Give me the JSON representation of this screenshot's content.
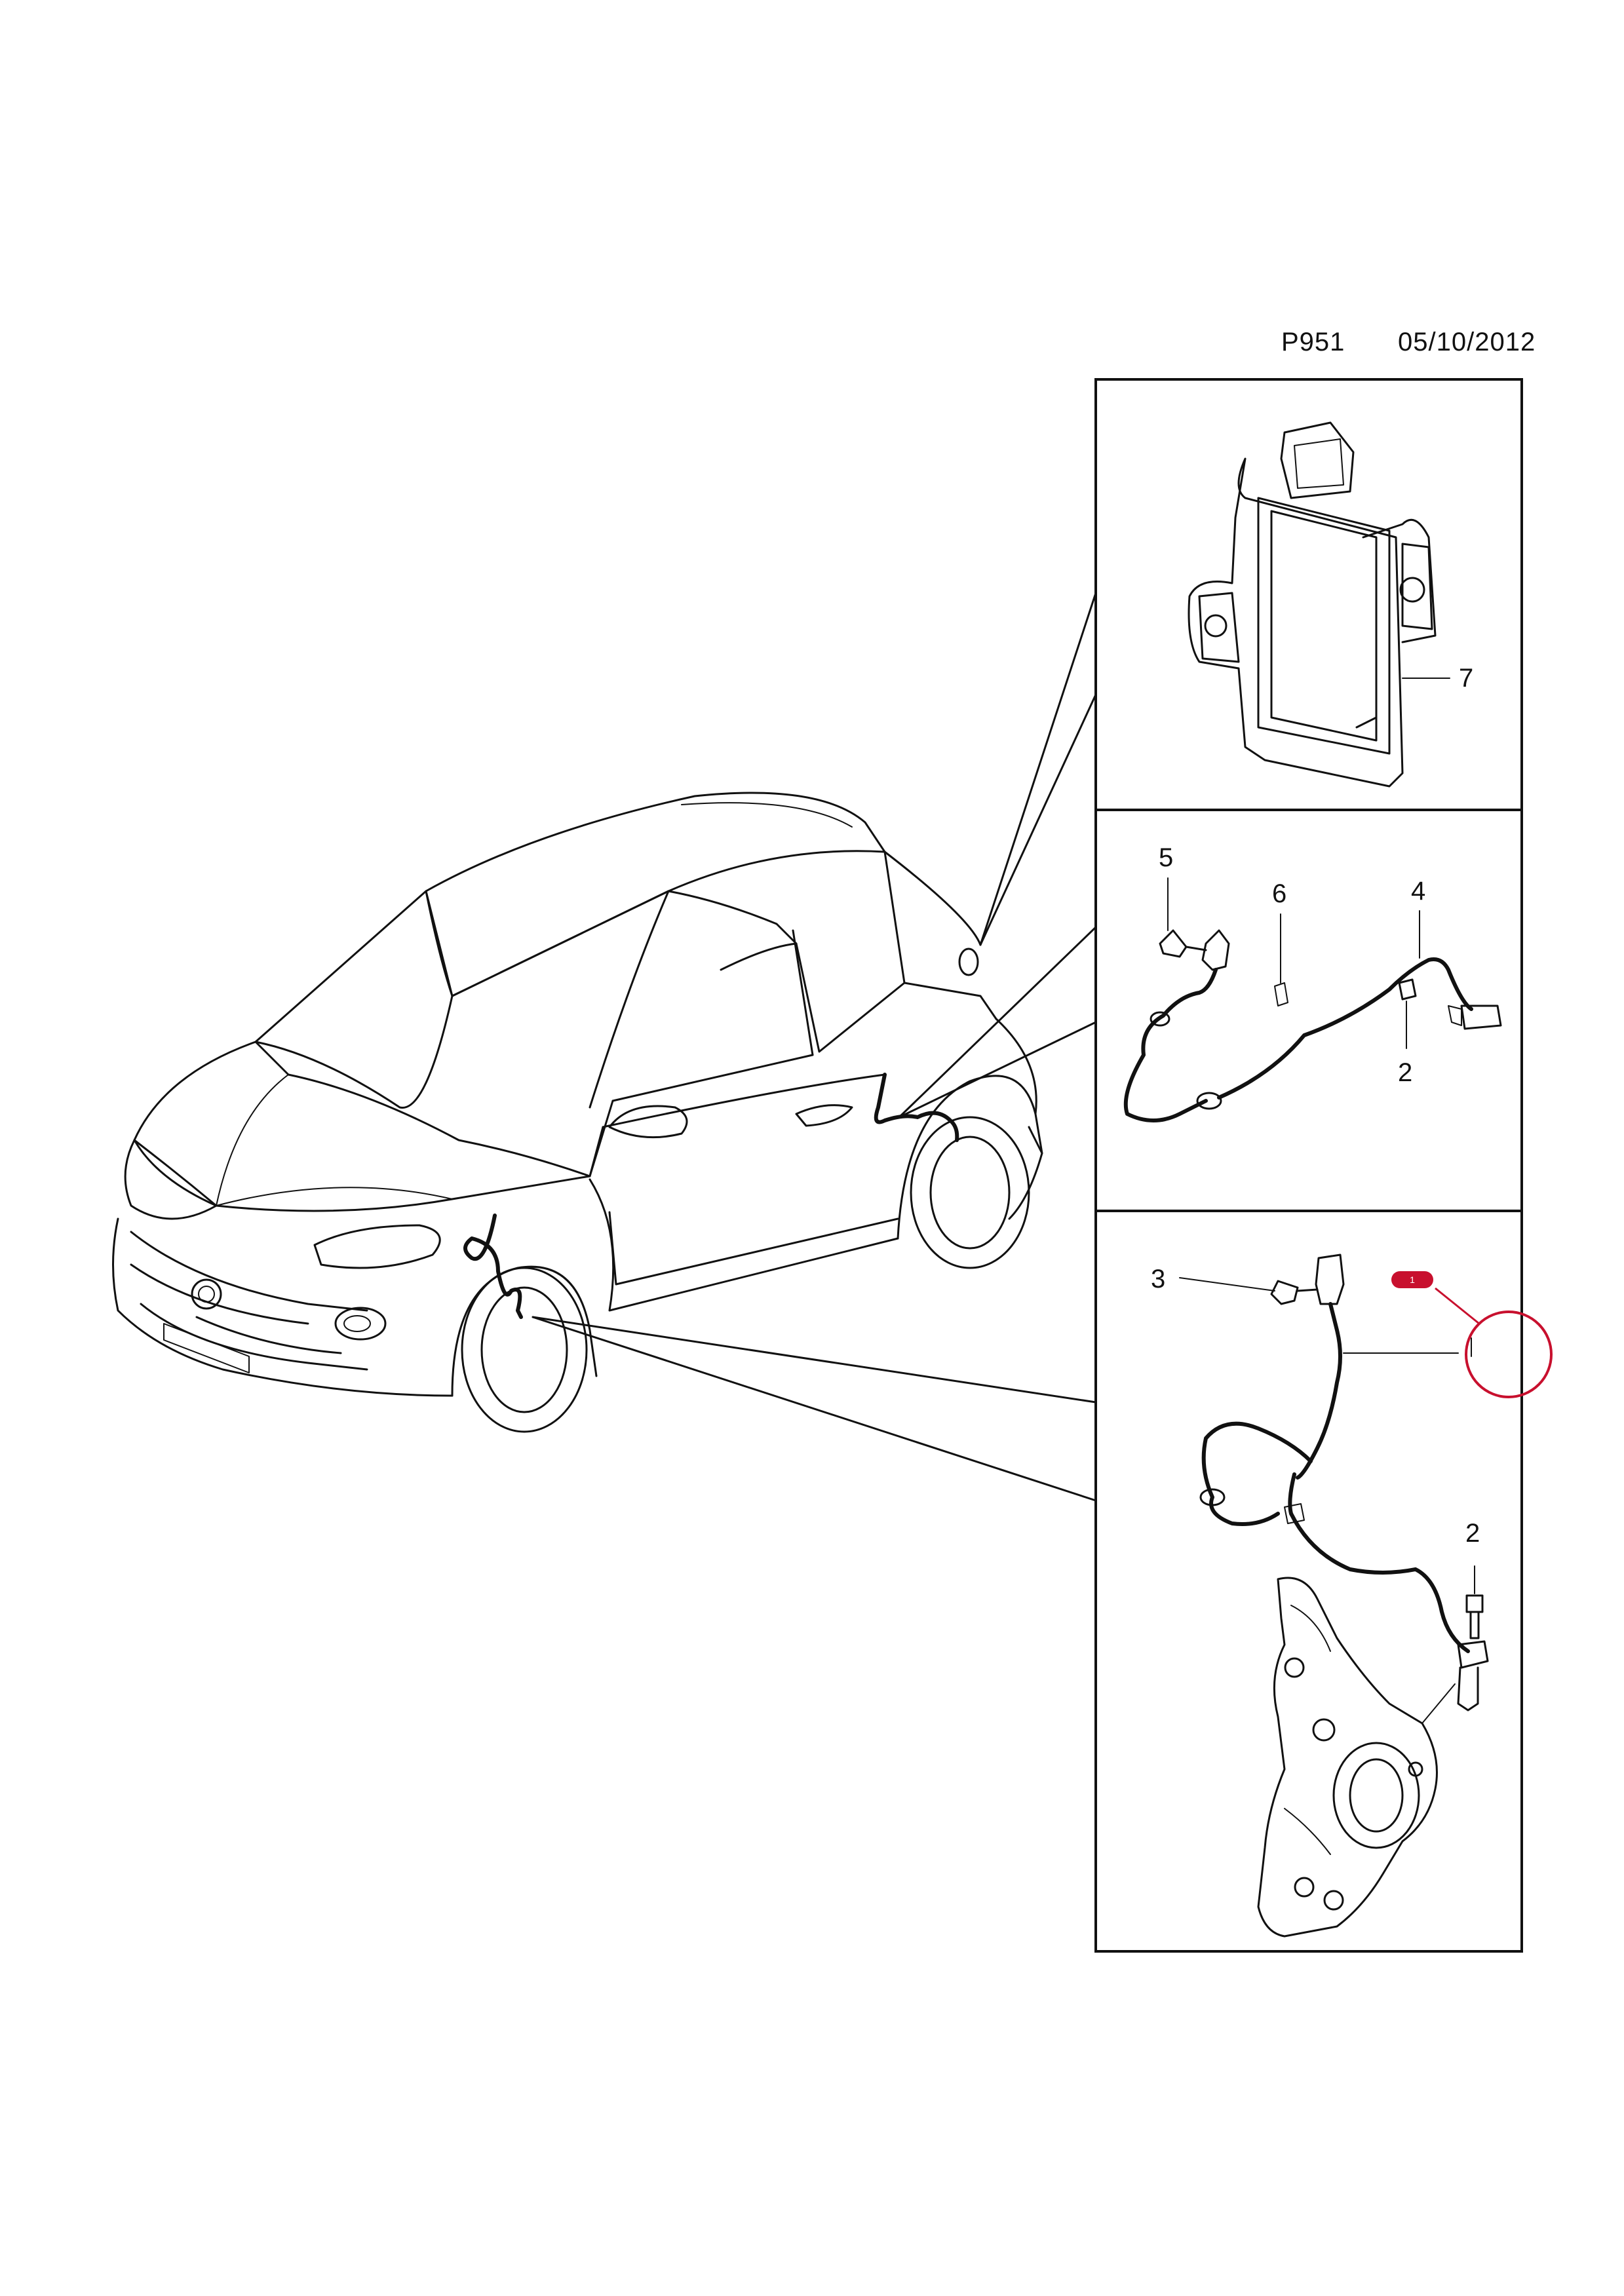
{
  "header": {
    "code": "P951",
    "date": "05/10/2012"
  },
  "callouts": {
    "c7": "7",
    "c5": "5",
    "c6": "6",
    "c4": "4",
    "c2a": "2",
    "c3": "3",
    "c2b": "2",
    "c1": "1"
  },
  "marker": {
    "label": "1",
    "color": "#c8102e"
  }
}
